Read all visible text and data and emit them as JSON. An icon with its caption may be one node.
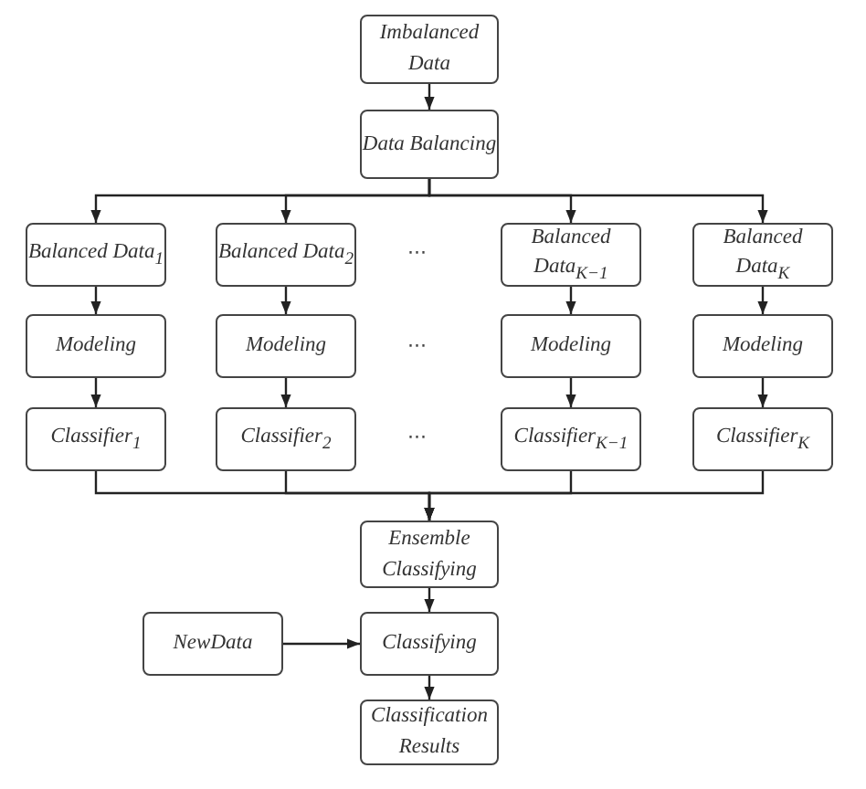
{
  "diagram": {
    "nodes": [
      {
        "text": [
          "Imbalanced Data"
        ]
      },
      {
        "text": [
          "Data Balancing"
        ]
      },
      {
        "text": [
          "Balanced Data$_{1}$"
        ]
      },
      {
        "text": [
          "Balanced Data$_{2}$"
        ]
      },
      {
        "text": [
          "Balanced Data$_{K−1}$"
        ]
      },
      {
        "text": [
          "Balanced Data$_{K}$"
        ]
      },
      {
        "text": [
          "Modeling"
        ]
      },
      {
        "text": [
          "Modeling"
        ]
      },
      {
        "text": [
          "Modeling"
        ]
      },
      {
        "text": [
          "Modeling"
        ]
      },
      {
        "text": [
          "Classifier$_{1}$"
        ]
      },
      {
        "text": [
          "Classifier$_{2}$"
        ]
      },
      {
        "text": [
          "Classifier$_{K−1}$"
        ]
      },
      {
        "text": [
          "Classifier$_{K}$"
        ]
      },
      {
        "text": [
          "Ensemble Classifying"
        ]
      },
      {
        "text": [
          "NewData"
        ]
      },
      {
        "text": [
          "Classifying"
        ]
      },
      {
        "text": [
          "Classification Results"
        ]
      }
    ],
    "edges": [
      {
        "from": 0,
        "to": 1,
        "arrow": "to"
      },
      {
        "from": 1,
        "to": 2,
        "arrow": "to"
      },
      {
        "from": 1,
        "to": 3,
        "arrow": "to"
      },
      {
        "from": 1,
        "to": 4,
        "arrow": "to"
      },
      {
        "from": 1,
        "to": 5,
        "arrow": "to"
      },
      {
        "from": 2,
        "to": 6,
        "arrow": "to"
      },
      {
        "from": 3,
        "to": 7,
        "arrow": "to"
      },
      {
        "from": 4,
        "to": 8,
        "arrow": "to"
      },
      {
        "from": 5,
        "to": 9,
        "arrow": "to"
      },
      {
        "from": 6,
        "to": 10,
        "arrow": "to"
      },
      {
        "from": 7,
        "to": 11,
        "arrow": "to"
      },
      {
        "from": 8,
        "to": 12,
        "arrow": "to"
      },
      {
        "from": 9,
        "to": 13,
        "arrow": "to"
      },
      {
        "from": 10,
        "to": 14,
        "arrow": "to"
      },
      {
        "from": 11,
        "to": 14,
        "arrow": "to"
      },
      {
        "from": 12,
        "to": 14,
        "arrow": "to"
      },
      {
        "from": 13,
        "to": 14,
        "arrow": "to"
      },
      {
        "from": 14,
        "to": 16,
        "arrow": "to"
      },
      {
        "from": 15,
        "to": 16,
        "arrow": "to"
      },
      {
        "from": 16,
        "to": 17,
        "arrow": "to"
      }
    ],
    "labels": [
      "···",
      "···",
      "···"
    ]
  }
}
